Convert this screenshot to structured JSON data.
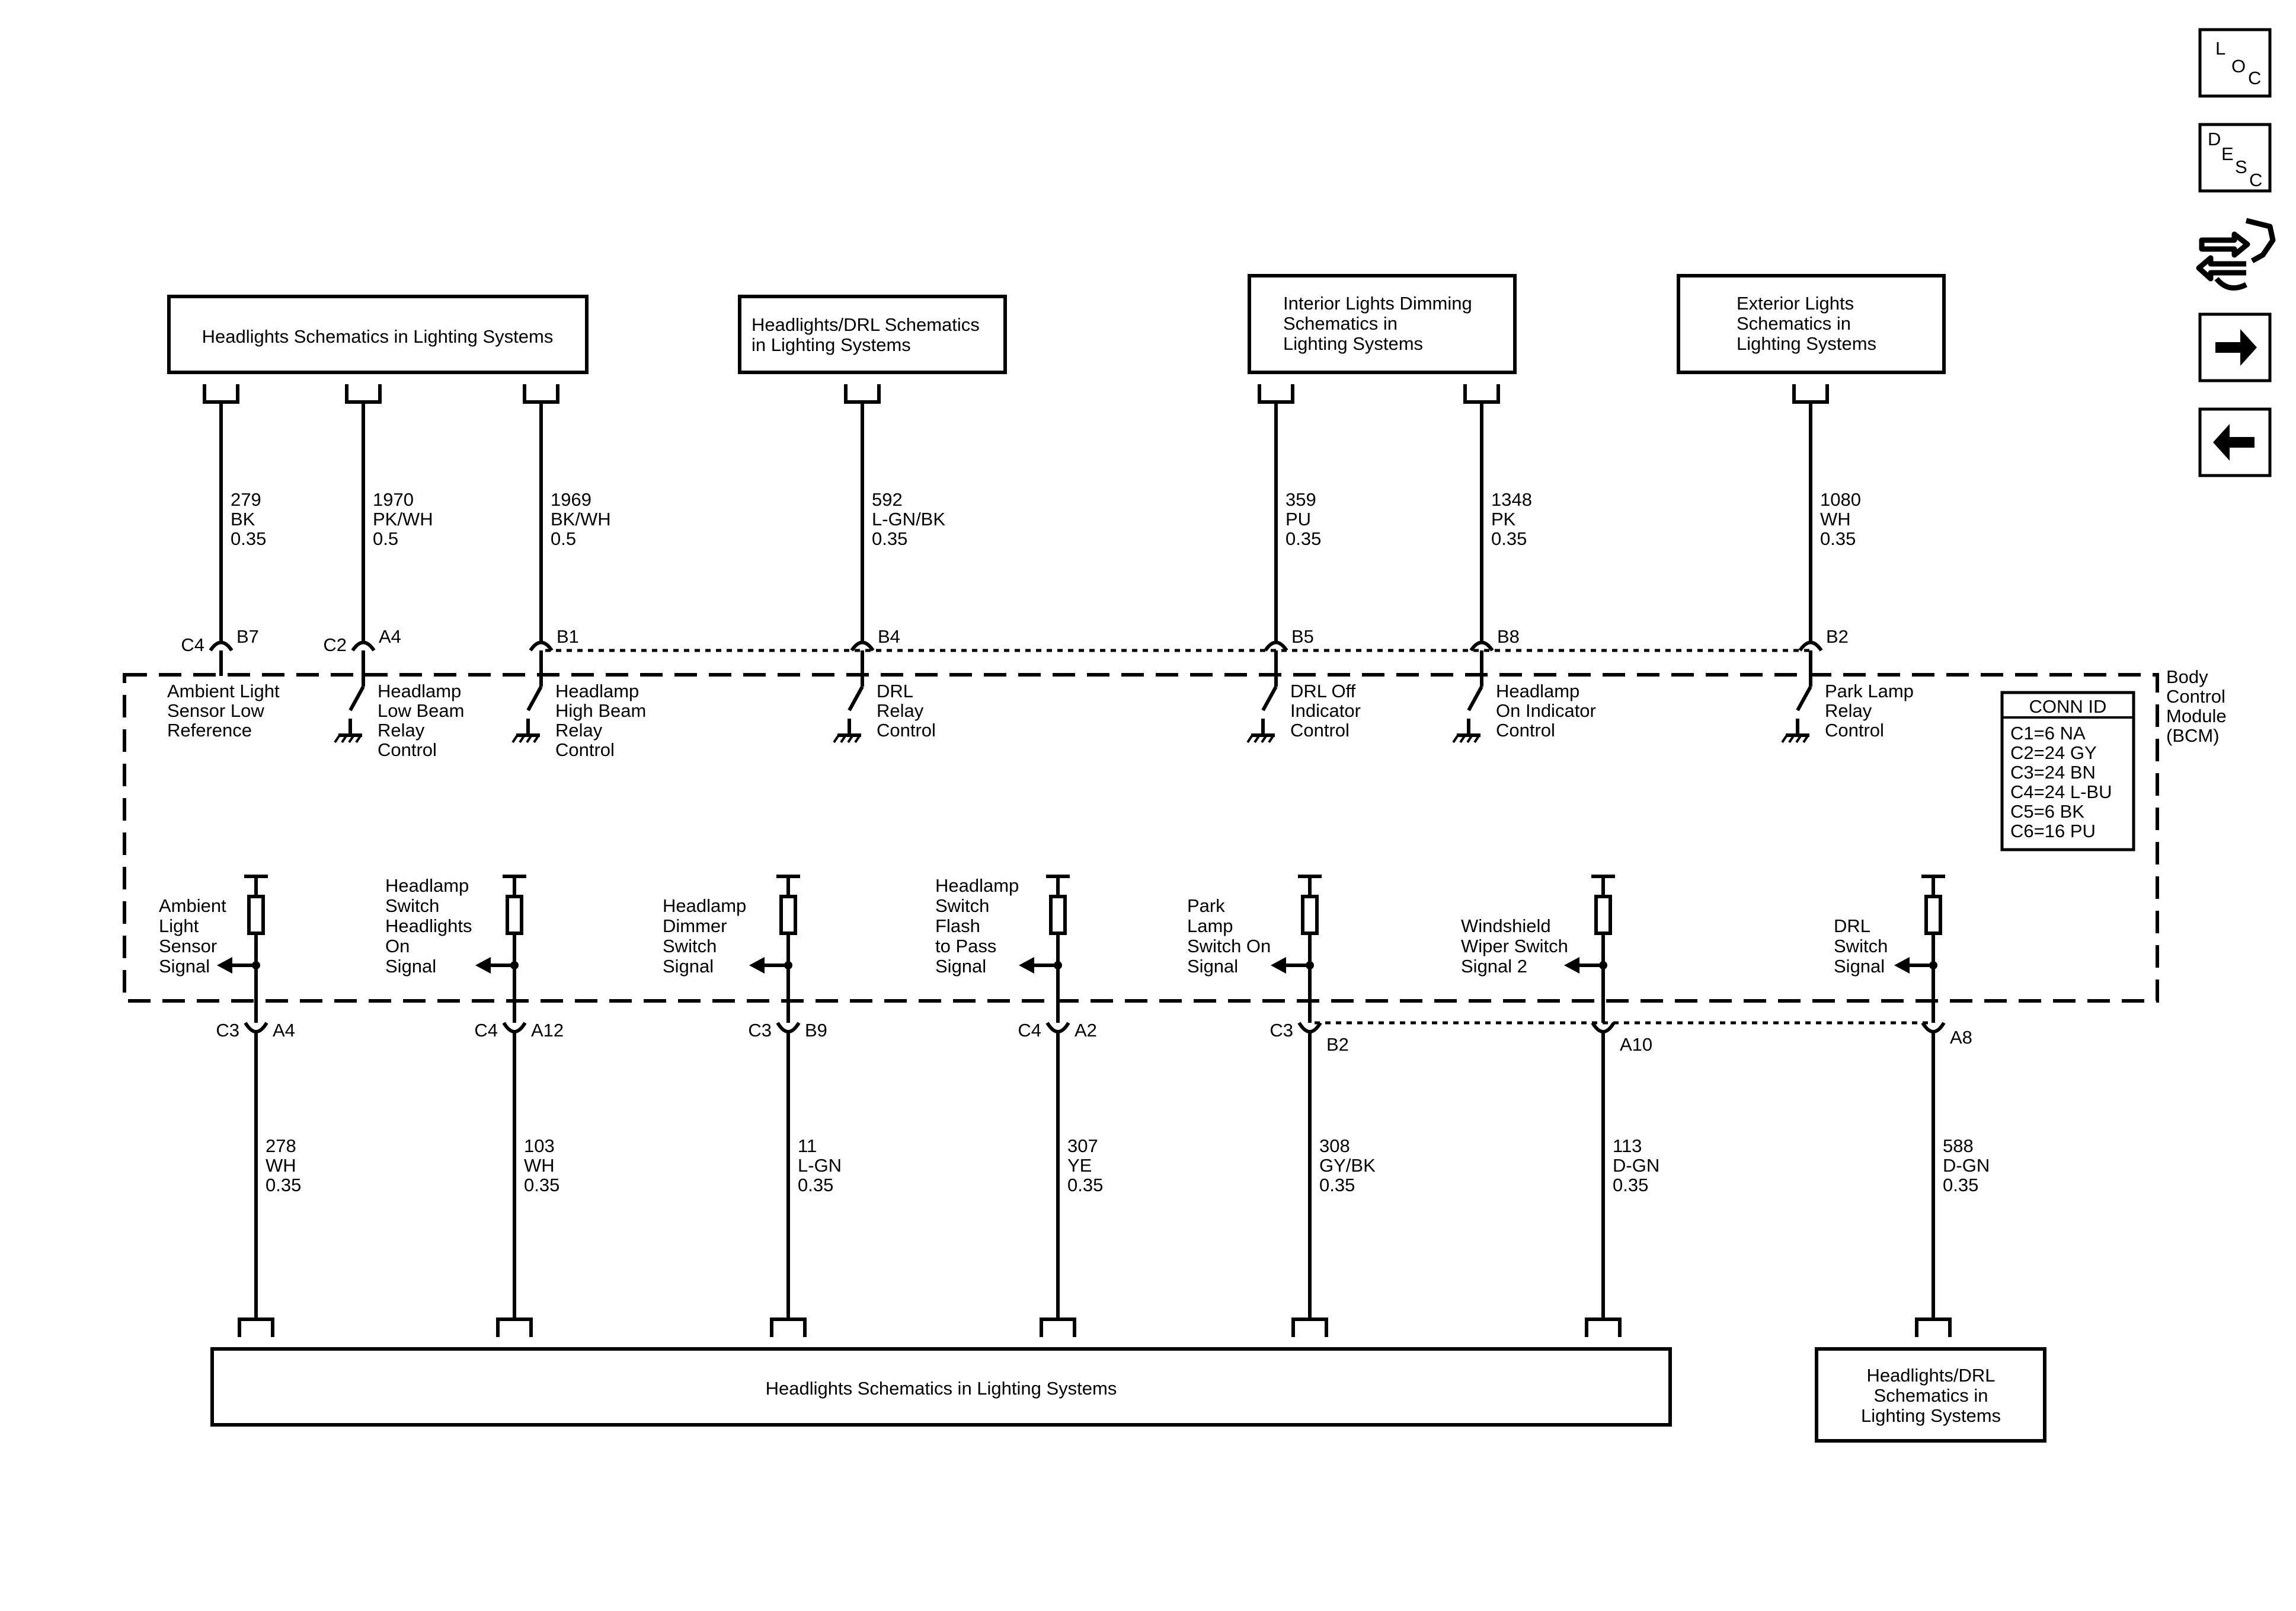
{
  "top_modules": [
    {
      "lines": [
        "Headlights Schematics in Lighting Systems"
      ]
    },
    {
      "lines": [
        "Headlights/DRL Schematics",
        "in Lighting Systems"
      ]
    },
    {
      "lines": [
        "Interior Lights Dimming",
        "Schematics in",
        "Lighting Systems"
      ]
    },
    {
      "lines": [
        "Exterior Lights",
        "Schematics in",
        "Lighting Systems"
      ]
    }
  ],
  "bottom_modules": [
    {
      "lines": [
        "Headlights Schematics in Lighting Systems"
      ]
    },
    {
      "lines": [
        "Headlights/DRL",
        "Schematics in",
        "Lighting Systems"
      ]
    }
  ],
  "top_circuits": [
    {
      "circuit": "279",
      "color": "BK",
      "gauge": "0.35",
      "connector": "C4",
      "pin": "B7",
      "label": [
        "Ambient Light",
        "Sensor Low",
        "Reference"
      ]
    },
    {
      "circuit": "1970",
      "color": "PK/WH",
      "gauge": "0.5",
      "connector": "C2",
      "pin": "A4",
      "label": [
        "Headlamp",
        "Low Beam",
        "Relay",
        "Control"
      ]
    },
    {
      "circuit": "1969",
      "color": "BK/WH",
      "gauge": "0.5",
      "connector": "",
      "pin": "B1",
      "label": [
        "Headlamp",
        "High Beam",
        "Relay",
        "Control"
      ]
    },
    {
      "circuit": "592",
      "color": "L-GN/BK",
      "gauge": "0.35",
      "connector": "",
      "pin": "B4",
      "label": [
        "DRL",
        "Relay",
        "Control"
      ]
    },
    {
      "circuit": "359",
      "color": "PU",
      "gauge": "0.35",
      "connector": "",
      "pin": "B5",
      "label": [
        "DRL Off",
        "Indicator",
        "Control"
      ]
    },
    {
      "circuit": "1348",
      "color": "PK",
      "gauge": "0.35",
      "connector": "",
      "pin": "B8",
      "label": [
        "Headlamp",
        "On Indicator",
        "Control"
      ]
    },
    {
      "circuit": "1080",
      "color": "WH",
      "gauge": "0.35",
      "connector": "",
      "pin": "B2",
      "label": [
        "Park Lamp",
        "Relay",
        "Control"
      ]
    }
  ],
  "bottom_circuits": [
    {
      "circuit": "278",
      "color": "WH",
      "gauge": "0.35",
      "connector": "C3",
      "pin": "A4",
      "label": [
        "Ambient",
        "Light",
        "Sensor",
        "Signal"
      ]
    },
    {
      "circuit": "103",
      "color": "WH",
      "gauge": "0.35",
      "connector": "C4",
      "pin": "A12",
      "label": [
        "Headlamp",
        "Switch",
        "Headlights",
        "On",
        "Signal"
      ]
    },
    {
      "circuit": "11",
      "color": "L-GN",
      "gauge": "0.35",
      "connector": "C3",
      "pin": "B9",
      "label": [
        "Headlamp",
        "Dimmer",
        "Switch",
        "Signal"
      ]
    },
    {
      "circuit": "307",
      "color": "YE",
      "gauge": "0.35",
      "connector": "C4",
      "pin": "A2",
      "label": [
        "Headlamp",
        "Switch",
        "Flash",
        "to Pass",
        "Signal"
      ]
    },
    {
      "circuit": "308",
      "color": "GY/BK",
      "gauge": "0.35",
      "connector": "C3",
      "pin": "B2",
      "label": [
        "Park",
        "Lamp",
        "Switch On",
        "Signal"
      ]
    },
    {
      "circuit": "113",
      "color": "D-GN",
      "gauge": "0.35",
      "connector": "",
      "pin": "A10",
      "label": [
        "Windshield",
        "Wiper Switch",
        "Signal 2"
      ]
    },
    {
      "circuit": "588",
      "color": "D-GN",
      "gauge": "0.35",
      "connector": "",
      "pin": "A8",
      "label": [
        "DRL",
        "Switch",
        "Signal"
      ]
    }
  ],
  "bcm": {
    "name_lines": [
      "Body",
      "Control",
      "Module",
      "(BCM)"
    ],
    "conn_id_title": "CONN ID",
    "conn_id_rows": [
      "C1=6 NA",
      "C2=24 GY",
      "C3=24 BN",
      "C4=24 L-BU",
      "C5=6 BK",
      "C6=16 PU"
    ]
  },
  "nav_icons": [
    {
      "name": "loc-button",
      "letters": [
        "L",
        "O",
        "C"
      ]
    },
    {
      "name": "desc-button",
      "letters": [
        "D",
        "E",
        "S",
        "C"
      ]
    },
    {
      "name": "connector-view-button",
      "letters": []
    },
    {
      "name": "next-button",
      "letters": []
    },
    {
      "name": "previous-button",
      "letters": []
    }
  ]
}
